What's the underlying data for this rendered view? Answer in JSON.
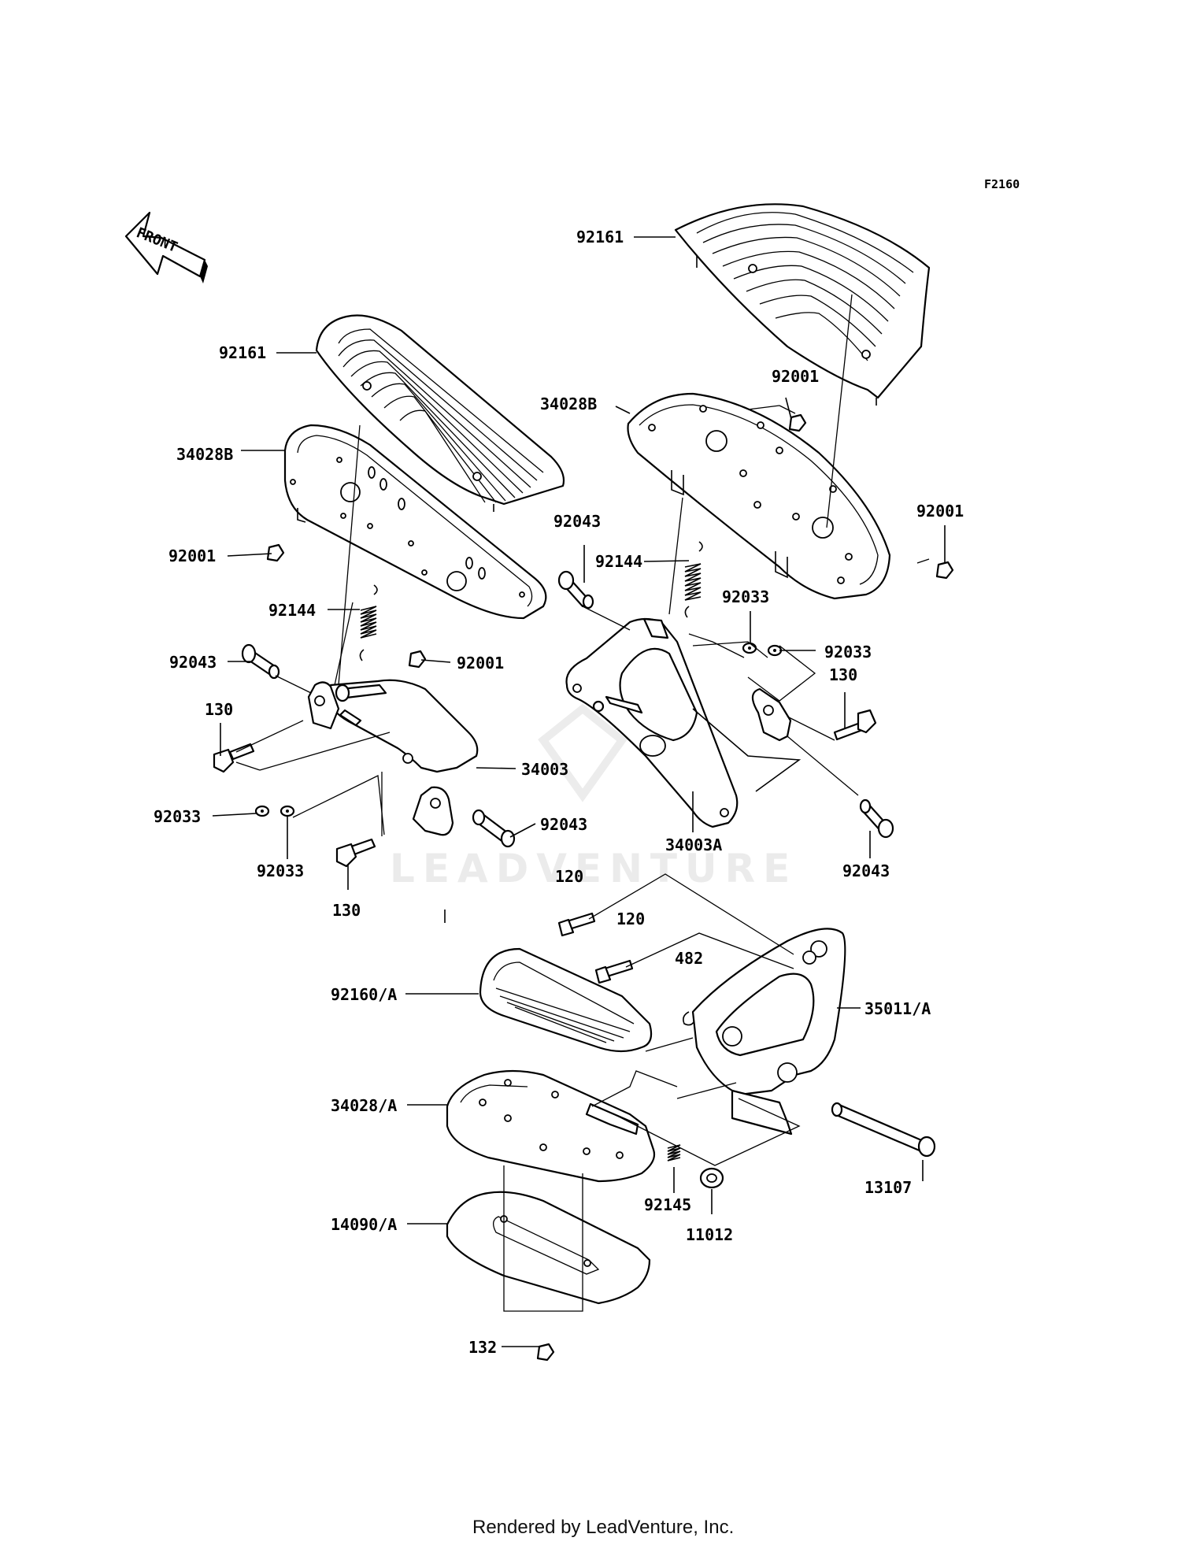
{
  "diagram": {
    "code": "F2160",
    "front_arrow": "FRONT",
    "watermark": "LEADVENTURE",
    "footer": "Rendered by LeadVenture, Inc.",
    "colors": {
      "ink": "#000000",
      "background": "#ffffff",
      "watermark": "#ebebeb"
    },
    "labels": [
      {
        "id": "92161-right-pad",
        "text": "92161"
      },
      {
        "id": "92161-left-pad",
        "text": "92161"
      },
      {
        "id": "92001-right-top",
        "text": "92001"
      },
      {
        "id": "34028B-right",
        "text": "34028B"
      },
      {
        "id": "34028B-left",
        "text": "34028B"
      },
      {
        "id": "92001-right-side",
        "text": "92001"
      },
      {
        "id": "92043-right-top",
        "text": "92043"
      },
      {
        "id": "92144-right",
        "text": "92144"
      },
      {
        "id": "92001-left-side",
        "text": "92001"
      },
      {
        "id": "92033-right-a",
        "text": "92033"
      },
      {
        "id": "92144-left",
        "text": "92144"
      },
      {
        "id": "92033-right-b",
        "text": "92033"
      },
      {
        "id": "92043-left-top",
        "text": "92043"
      },
      {
        "id": "92001-left-bottom",
        "text": "92001"
      },
      {
        "id": "130-right",
        "text": "130"
      },
      {
        "id": "130-left-top",
        "text": "130"
      },
      {
        "id": "34003-left",
        "text": "34003"
      },
      {
        "id": "92033-left-a",
        "text": "92033"
      },
      {
        "id": "92043-left-bottom",
        "text": "92043"
      },
      {
        "id": "34003A-right",
        "text": "34003A"
      },
      {
        "id": "92033-left-b",
        "text": "92033"
      },
      {
        "id": "92043-right-bottom",
        "text": "92043"
      },
      {
        "id": "130-left-bottom",
        "text": "130"
      },
      {
        "id": "120-a",
        "text": "120"
      },
      {
        "id": "120-b",
        "text": "120"
      },
      {
        "id": "482",
        "text": "482"
      },
      {
        "id": "92160A",
        "text": "92160/A"
      },
      {
        "id": "35011A",
        "text": "35011/A"
      },
      {
        "id": "34028A",
        "text": "34028/A"
      },
      {
        "id": "13107",
        "text": "13107"
      },
      {
        "id": "92145",
        "text": "92145"
      },
      {
        "id": "11012",
        "text": "11012"
      },
      {
        "id": "14090A",
        "text": "14090/A"
      },
      {
        "id": "132",
        "text": "132"
      }
    ]
  }
}
